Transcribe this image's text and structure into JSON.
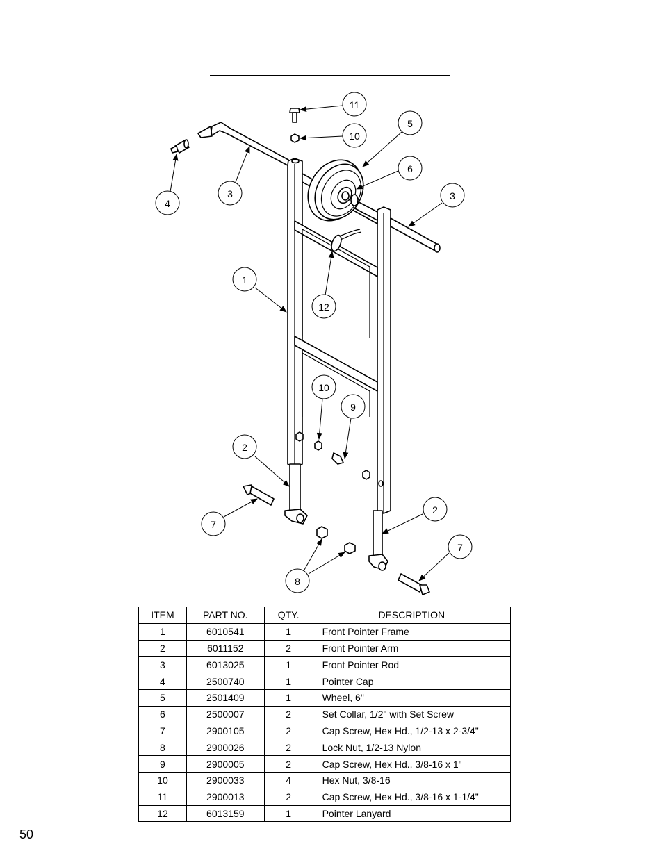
{
  "diagram": {
    "callouts": [
      "11",
      "10",
      "5",
      "6",
      "3",
      "3",
      "4",
      "1",
      "12",
      "10",
      "9",
      "2",
      "2",
      "7",
      "7",
      "8"
    ]
  },
  "table": {
    "headers": [
      "ITEM",
      "PART NO.",
      "QTY.",
      "DESCRIPTION"
    ],
    "rows": [
      {
        "item": "1",
        "part": "6010541",
        "qty": "1",
        "desc": "Front Pointer Frame"
      },
      {
        "item": "2",
        "part": "6011152",
        "qty": "2",
        "desc": "Front Pointer Arm"
      },
      {
        "item": "3",
        "part": "6013025",
        "qty": "1",
        "desc": "Front Pointer Rod"
      },
      {
        "item": "4",
        "part": "2500740",
        "qty": "1",
        "desc": "Pointer Cap"
      },
      {
        "item": "5",
        "part": "2501409",
        "qty": "1",
        "desc": "Wheel, 6\""
      },
      {
        "item": "6",
        "part": "2500007",
        "qty": "2",
        "desc": "Set Collar, 1/2\" with Set Screw"
      },
      {
        "item": "7",
        "part": "2900105",
        "qty": "2",
        "desc": "Cap Screw, Hex Hd., 1/2-13 x 2-3/4\""
      },
      {
        "item": "8",
        "part": "2900026",
        "qty": "2",
        "desc": "Lock Nut, 1/2-13 Nylon"
      },
      {
        "item": "9",
        "part": "2900005",
        "qty": "2",
        "desc": "Cap Screw, Hex Hd., 3/8-16 x 1\""
      },
      {
        "item": "10",
        "part": "2900033",
        "qty": "4",
        "desc": "Hex Nut, 3/8-16"
      },
      {
        "item": "11",
        "part": "2900013",
        "qty": "2",
        "desc": "Cap Screw, Hex Hd., 3/8-16 x 1-1/4\""
      },
      {
        "item": "12",
        "part": "6013159",
        "qty": "1",
        "desc": "Pointer Lanyard"
      }
    ]
  },
  "page_number": "50"
}
